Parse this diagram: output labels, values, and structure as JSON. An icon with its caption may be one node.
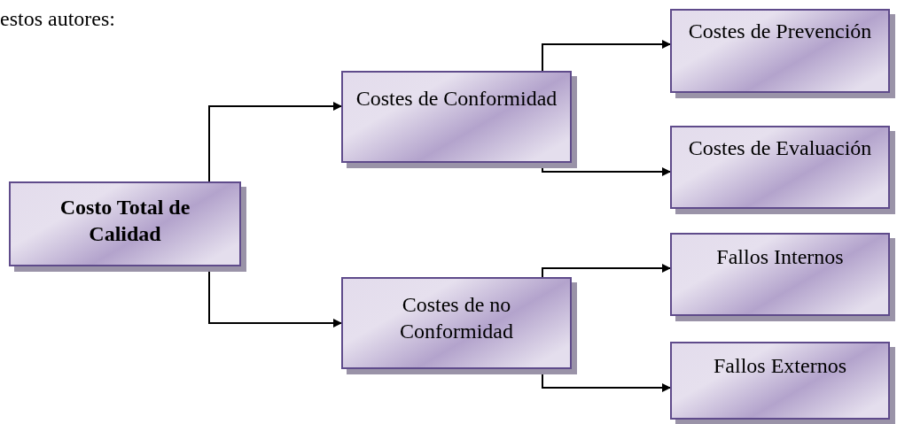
{
  "diagram": {
    "nodes": [
      {
        "text": [
          "Costo Total de Calidad"
        ]
      },
      {
        "text": [
          "Costes de Conformidad"
        ]
      },
      {
        "text": [
          "Costes de no Conformidad"
        ]
      },
      {
        "text": [
          "Costes de Prevención"
        ]
      },
      {
        "text": [
          "Costes de Evaluación"
        ]
      },
      {
        "text": [
          "Fallos Internos"
        ]
      },
      {
        "text": [
          "Fallos Externos"
        ]
      }
    ],
    "edges": [
      {
        "from": 0,
        "to": 1,
        "arrow": "to"
      },
      {
        "from": 0,
        "to": 2,
        "arrow": "to"
      },
      {
        "from": 1,
        "to": 3,
        "arrow": "to"
      },
      {
        "from": 1,
        "to": 4,
        "arrow": "to"
      },
      {
        "from": 2,
        "to": 5,
        "arrow": "to"
      },
      {
        "from": 2,
        "to": 6,
        "arrow": "to"
      }
    ],
    "labels": [
      "estos autores:"
    ]
  }
}
